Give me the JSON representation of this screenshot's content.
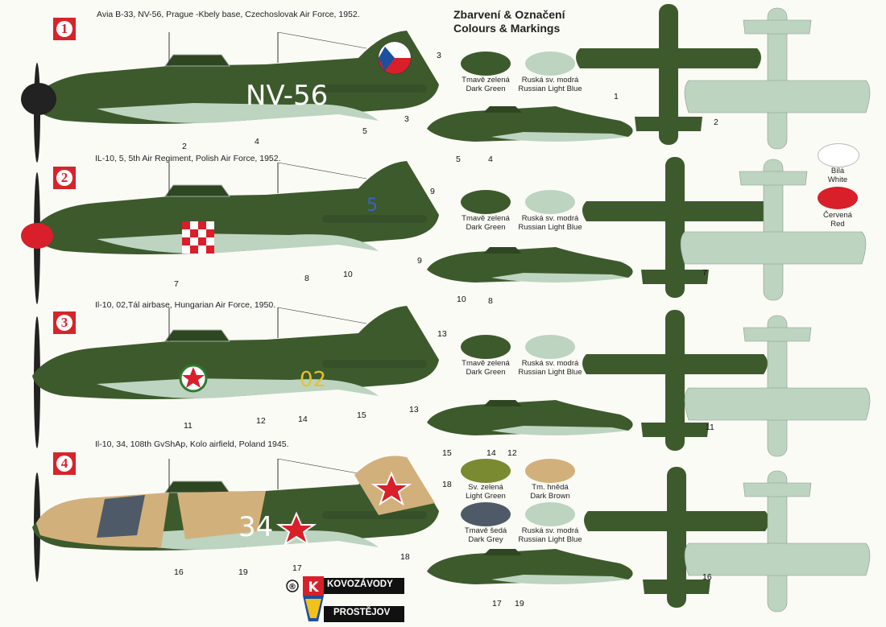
{
  "header": {
    "title_cs": "Zbarvení & Označení",
    "title_en": "Colours & Markings"
  },
  "schemes": [
    {
      "number": "1",
      "caption": "Avia B-33, NV-56, Prague -Kbely base, Czechoslovak Air Force, 1952.",
      "code": "NV-56",
      "callouts": [
        "3",
        "2",
        "4",
        "5",
        "3",
        "5",
        "4",
        "1",
        "2"
      ],
      "swatches": [
        {
          "cs": "Tmavě zelená",
          "en": "Dark Green",
          "color": "#3d5a2c"
        },
        {
          "cs": "Ruská sv. modrá",
          "en": "Russian Light Blue",
          "color": "#bcd4c0"
        }
      ]
    },
    {
      "number": "2",
      "caption": "IL-10, 5, 5th Air Regiment, Polish Air Force, 1952.",
      "code": "5",
      "callouts": [
        "9",
        "7",
        "8",
        "10",
        "9",
        "10",
        "8",
        "7"
      ],
      "swatches": [
        {
          "cs": "Tmavě zelená",
          "en": "Dark Green",
          "color": "#3d5a2c"
        },
        {
          "cs": "Ruská sv. modrá",
          "en": "Russian Light Blue",
          "color": "#bcd4c0"
        }
      ]
    },
    {
      "number": "3",
      "caption": "Il-10, 02,Tál airbase, Hungarian Air Force, 1950.",
      "code": "02",
      "callouts": [
        "13",
        "11",
        "12",
        "14",
        "15",
        "13",
        "15",
        "14",
        "12",
        "11"
      ],
      "swatches": [
        {
          "cs": "Tmavě zelená",
          "en": "Dark Green",
          "color": "#3d5a2c"
        },
        {
          "cs": "Ruská sv. modrá",
          "en": "Russian Light Blue",
          "color": "#bcd4c0"
        }
      ]
    },
    {
      "number": "4",
      "caption": "Il-10, 34, 108th GvShAp, Kolo airfield, Poland 1945.",
      "code": "34",
      "callouts": [
        "18",
        "16",
        "19",
        "17",
        "18",
        "17",
        "19",
        "16"
      ],
      "swatches": [
        {
          "cs": "Sv. zelená",
          "en": "Light Green",
          "color": "#7a8a30"
        },
        {
          "cs": "Tm. hnědá",
          "en": "Dark Brown",
          "color": "#d2b07c"
        },
        {
          "cs": "Tmavě šedá",
          "en": "Dark Grey",
          "color": "#4e5a68"
        },
        {
          "cs": "Ruská sv. modrá",
          "en": "Russian Light Blue",
          "color": "#bcd4c0"
        }
      ]
    }
  ],
  "extra_swatches": [
    {
      "cs": "Bílá",
      "en": "White",
      "color": "#ffffff"
    },
    {
      "cs": "Červená",
      "en": "Red",
      "color": "#d81f2a"
    }
  ],
  "brand": {
    "name": "KOVOZÁVODY",
    "city": "PROSTĚJOV",
    "letter": "K",
    "mark": "®"
  },
  "colors": {
    "dark_green": "#3d5a2c",
    "light_blue": "#bcd4c0",
    "red": "#d81f2a"
  }
}
